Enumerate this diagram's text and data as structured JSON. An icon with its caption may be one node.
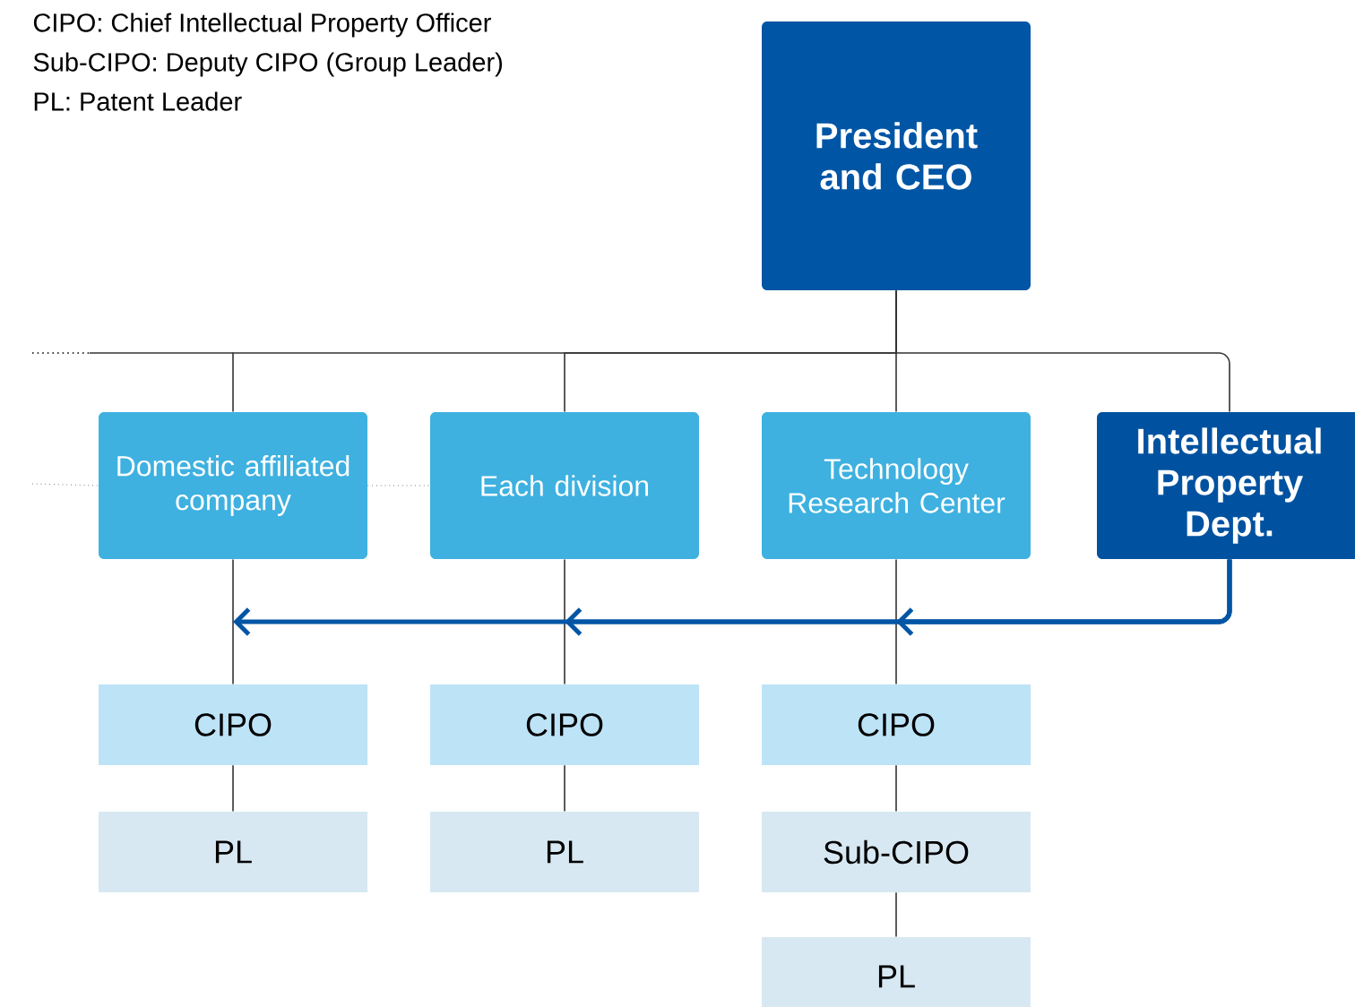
{
  "diagram": {
    "nodes": [
      {
        "text": [
          "President and CEO"
        ]
      },
      {
        "text": [
          "Domestic affiliated company"
        ]
      },
      {
        "text": [
          "Each division"
        ]
      },
      {
        "text": [
          "Technology Research Center"
        ]
      },
      {
        "text": [
          "Intellectual Property Dept."
        ]
      },
      {
        "text": [
          "CIPO"
        ]
      },
      {
        "text": [
          "CIPO"
        ]
      },
      {
        "text": [
          "CIPO"
        ]
      },
      {
        "text": [
          "PL"
        ]
      },
      {
        "text": [
          "PL"
        ]
      },
      {
        "text": [
          "Sub-CIPO"
        ]
      },
      {
        "text": [
          "PL"
        ]
      }
    ],
    "edges": [
      {
        "from": 0,
        "to": 1,
        "arrow": "none"
      },
      {
        "from": 0,
        "to": 2,
        "arrow": "none"
      },
      {
        "from": 0,
        "to": 3,
        "arrow": "none"
      },
      {
        "from": 0,
        "to": 4,
        "arrow": "none"
      },
      {
        "from": 1,
        "to": 5,
        "arrow": "none"
      },
      {
        "from": 2,
        "to": 6,
        "arrow": "none"
      },
      {
        "from": 3,
        "to": 7,
        "arrow": "none"
      },
      {
        "from": 5,
        "to": 8,
        "arrow": "none"
      },
      {
        "from": 6,
        "to": 9,
        "arrow": "none"
      },
      {
        "from": 7,
        "to": 10,
        "arrow": "none"
      },
      {
        "from": 10,
        "to": 11,
        "arrow": "none"
      },
      {
        "from": 4,
        "to": null,
        "arrow": "to",
        "style": "thick",
        "color": "#0055a5"
      },
      {
        "from": 4,
        "to": null,
        "arrow": "to",
        "style": "thick",
        "color": "#0055a5"
      },
      {
        "from": 4,
        "to": null,
        "arrow": "to",
        "style": "thick",
        "color": "#0055a5"
      },
      {
        "from": 1,
        "to": 2,
        "arrow": "none",
        "style": "dashed"
      },
      {
        "from": null,
        "to": 1,
        "arrow": "none",
        "style": "dashed"
      }
    ],
    "labels": [
      "CIPO: Chief Intellectual Property Officer",
      "Sub-CIPO: Deputy CIPO (Group Leader)",
      "PL: Patent Leader"
    ]
  }
}
